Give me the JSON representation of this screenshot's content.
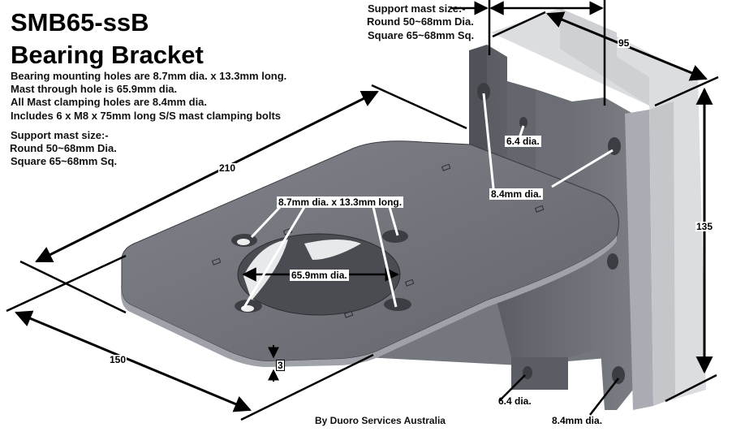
{
  "header": {
    "model": "SMB65-ssB",
    "product": "Bearing Bracket"
  },
  "specs": [
    "Bearing mounting holes are 8.7mm dia. x 13.3mm long.",
    "Mast through hole is 65.9mm dia.",
    "All Mast clamping holes are 8.4mm dia.",
    "Includes 6 x M8 x 75mm long S/S mast clamping bolts"
  ],
  "mast_support_left": {
    "heading": "Support mast size:-",
    "round": "Round 50~68mm Dia.",
    "square": "Square 65~68mm Sq."
  },
  "mast_support_top": {
    "heading": "Support mast size:-",
    "round": "Round 50~68mm Dia.",
    "square": "Square 65~68mm Sq."
  },
  "dimensions": {
    "plate_length": "210",
    "plate_width": "150",
    "plate_thickness": "3",
    "upright_depth": "95",
    "upright_height": "135"
  },
  "callouts": {
    "bearing_holes": "8.7mm dia. x 13.3mm long.",
    "mast_hole": "65.9mm dia.",
    "small_hole_top": "6.4 dia.",
    "clamp_hole_top": "8.4mm dia.",
    "small_hole_bottom": "6.4 dia.",
    "clamp_hole_bottom": "8.4mm dia."
  },
  "credit": "By Duoro Services Australia",
  "colors": {
    "plate": "#6f7279",
    "plate_edge": "#9a9da3",
    "upright": "#5e6168",
    "upright_light": "#a7aab0",
    "ghost": "#d8d9dc",
    "dimension_line": "#000000",
    "callout_line": "#ffffff"
  }
}
